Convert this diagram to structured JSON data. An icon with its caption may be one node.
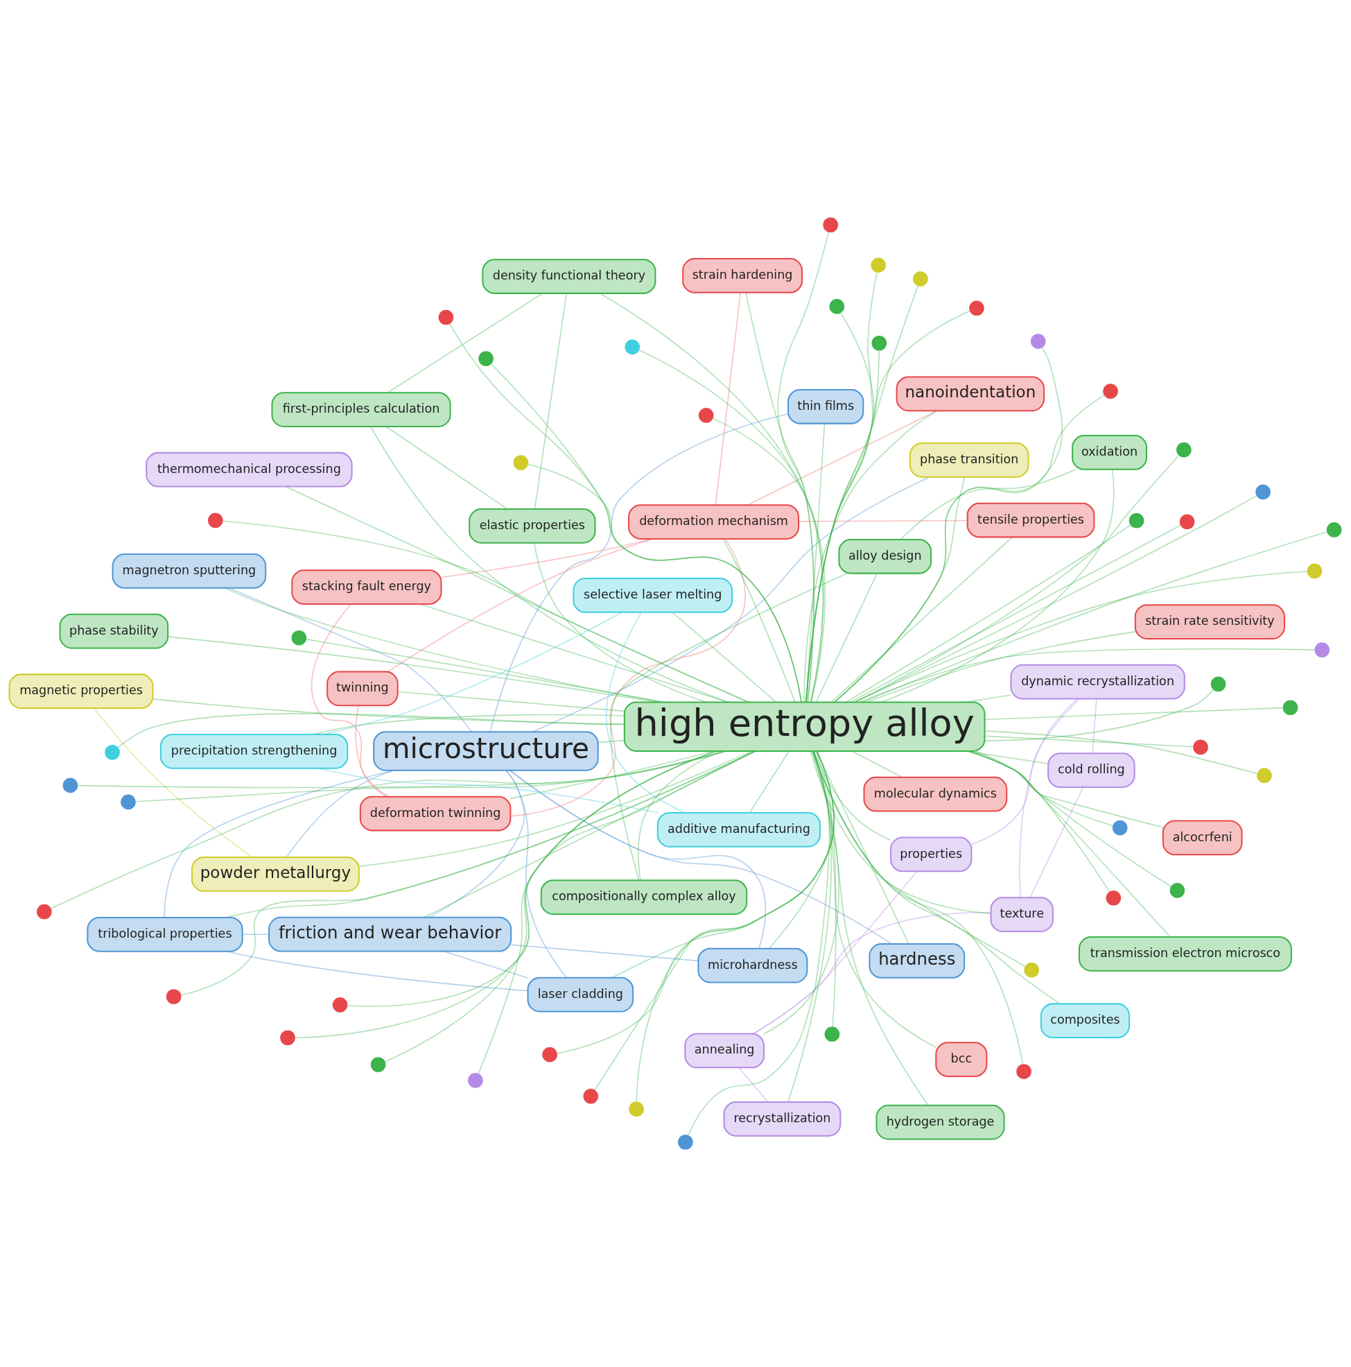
{
  "diagram": {
    "nodes": [
      {
        "text": [
          "tribological properties"
        ]
      },
      {
        "text": [
          "properties"
        ]
      },
      {
        "text": [
          "laser cladding"
        ]
      },
      {
        "text": [
          "dynamic recrystallization"
        ]
      },
      {
        "text": [
          "cold rolling"
        ]
      },
      {
        "text": [
          "friction and wear behavior"
        ]
      },
      {
        "text": [
          "annealing"
        ]
      },
      {
        "text": [
          "texture"
        ]
      },
      {
        "text": [
          "microhardness"
        ]
      },
      {
        "text": [
          "hardness"
        ]
      },
      {
        "text": [
          "recrystallization"
        ]
      },
      {
        "text": [
          "magnetic properties"
        ]
      },
      {
        "text": [
          "alcocrfeni"
        ]
      },
      {
        "text": [
          "strain rate sensitivity"
        ]
      },
      {
        "text": [
          "thin films"
        ]
      },
      {
        "text": [
          "bcc"
        ]
      },
      {
        "text": [
          "composites"
        ]
      },
      {
        "text": [
          "thermomechanical processing"
        ]
      },
      {
        "text": [
          "magnetron sputtering"
        ]
      },
      {
        "text": [
          "microstructure"
        ]
      },
      {
        "text": [
          "deformation mechanism"
        ]
      },
      {
        "text": [
          "powder metallurgy"
        ]
      },
      {
        "text": [
          "phase transition"
        ]
      },
      {
        "text": [
          "nanoindentation"
        ]
      },
      {
        "text": [
          "strain hardening"
        ]
      },
      {
        "text": [
          "hydrogen storage"
        ]
      },
      {
        "text": [
          "high entropy alloy"
        ]
      },
      {
        "text": [
          "twinning"
        ]
      },
      {
        "text": [
          "deformation twinning"
        ]
      },
      {
        "text": [
          "transmission electron microsco"
        ]
      },
      {
        "text": [
          "tensile properties"
        ]
      },
      {
        "text": [
          "molecular dynamics"
        ]
      },
      {
        "text": [
          "compositionally complex alloy"
        ]
      },
      {
        "text": [
          "stacking fault energy"
        ]
      },
      {
        "text": [
          "oxidation"
        ]
      },
      {
        "text": [
          "additive manufacturing"
        ]
      },
      {
        "text": [
          "selective laser melting"
        ]
      },
      {
        "text": [
          "alloy design"
        ]
      },
      {
        "text": [
          "phase stability"
        ]
      },
      {
        "text": [
          "precipitation strengthening"
        ]
      },
      {
        "text": [
          "density functional theory"
        ]
      },
      {
        "text": [
          "first-principles calculation"
        ]
      },
      {
        "text": [
          "elastic properties"
        ]
      },
      {
        "text": [],
        "shape": "circle"
      },
      {
        "text": [],
        "shape": "circle"
      },
      {
        "text": [],
        "shape": "circle"
      },
      {
        "text": [],
        "shape": "circle"
      },
      {
        "text": [],
        "shape": "circle"
      },
      {
        "text": [],
        "shape": "circle"
      },
      {
        "text": [],
        "shape": "circle"
      },
      {
        "text": [],
        "shape": "circle"
      },
      {
        "text": [],
        "shape": "circle"
      },
      {
        "text": [],
        "shape": "circle"
      },
      {
        "text": [],
        "shape": "circle"
      },
      {
        "text": [],
        "shape": "circle"
      },
      {
        "text": [],
        "shape": "circle"
      },
      {
        "text": [],
        "shape": "circle"
      },
      {
        "text": [],
        "shape": "circle"
      },
      {
        "text": [],
        "shape": "circle"
      },
      {
        "text": [],
        "shape": "circle"
      },
      {
        "text": [],
        "shape": "circle"
      },
      {
        "text": [],
        "shape": "circle"
      },
      {
        "text": [],
        "shape": "circle"
      },
      {
        "text": [],
        "shape": "circle"
      },
      {
        "text": [],
        "shape": "circle"
      },
      {
        "text": [],
        "shape": "circle"
      },
      {
        "text": [],
        "shape": "circle"
      },
      {
        "text": [],
        "shape": "circle"
      },
      {
        "text": [],
        "shape": "circle"
      },
      {
        "text": [],
        "shape": "circle"
      },
      {
        "text": [],
        "shape": "circle"
      },
      {
        "text": [],
        "shape": "circle"
      },
      {
        "text": [],
        "shape": "circle"
      },
      {
        "text": [],
        "shape": "circle"
      },
      {
        "text": [],
        "shape": "circle"
      },
      {
        "text": [],
        "shape": "circle"
      },
      {
        "text": [],
        "shape": "circle"
      },
      {
        "text": [],
        "shape": "circle"
      },
      {
        "text": [],
        "shape": "circle"
      },
      {
        "text": [],
        "shape": "circle"
      },
      {
        "text": [],
        "shape": "circle"
      },
      {
        "text": [],
        "shape": "circle"
      },
      {
        "text": [],
        "shape": "circle"
      },
      {
        "text": [],
        "shape": "circle"
      },
      {
        "text": [],
        "shape": "circle"
      },
      {
        "text": [],
        "shape": "circle"
      },
      {
        "text": [],
        "shape": "circle"
      },
      {
        "text": [],
        "shape": "circle"
      }
    ],
    "edges": [
      {
        "from": 26,
        "to": 0,
        "arrow": "none"
      },
      {
        "from": 26,
        "to": 1,
        "arrow": "none"
      },
      {
        "from": 26,
        "to": 2,
        "arrow": "none"
      },
      {
        "from": 26,
        "to": 3,
        "arrow": "none"
      },
      {
        "from": 26,
        "to": 4,
        "arrow": "none"
      },
      {
        "from": 26,
        "to": 5,
        "arrow": "none"
      },
      {
        "from": 26,
        "to": 6,
        "arrow": "none"
      },
      {
        "from": 26,
        "to": 7,
        "arrow": "none"
      },
      {
        "from": 26,
        "to": 8,
        "arrow": "none"
      },
      {
        "from": 26,
        "to": 9,
        "arrow": "none"
      },
      {
        "from": 26,
        "to": 10,
        "arrow": "none"
      },
      {
        "from": 26,
        "to": 11,
        "arrow": "none"
      },
      {
        "from": 26,
        "to": 12,
        "arrow": "none"
      },
      {
        "from": 26,
        "to": 13,
        "arrow": "none"
      },
      {
        "from": 26,
        "to": 14,
        "arrow": "none"
      },
      {
        "from": 26,
        "to": 15,
        "arrow": "none"
      },
      {
        "from": 26,
        "to": 16,
        "arrow": "none"
      },
      {
        "from": 26,
        "to": 17,
        "arrow": "none"
      },
      {
        "from": 26,
        "to": 18,
        "arrow": "none"
      },
      {
        "from": 26,
        "to": 19,
        "arrow": "none"
      },
      {
        "from": 26,
        "to": 20,
        "arrow": "none"
      },
      {
        "from": 26,
        "to": 21,
        "arrow": "none"
      },
      {
        "from": 26,
        "to": 22,
        "arrow": "none"
      },
      {
        "from": 26,
        "to": 23,
        "arrow": "none"
      },
      {
        "from": 26,
        "to": 24,
        "arrow": "none"
      },
      {
        "from": 26,
        "to": 25,
        "arrow": "none"
      },
      {
        "from": 26,
        "to": 27,
        "arrow": "none"
      },
      {
        "from": 26,
        "to": 28,
        "arrow": "none"
      },
      {
        "from": 26,
        "to": 29,
        "arrow": "none"
      },
      {
        "from": 26,
        "to": 30,
        "arrow": "none"
      },
      {
        "from": 26,
        "to": 31,
        "arrow": "none"
      },
      {
        "from": 26,
        "to": 32,
        "arrow": "none"
      },
      {
        "from": 26,
        "to": 33,
        "arrow": "none"
      },
      {
        "from": 26,
        "to": 34,
        "arrow": "none"
      },
      {
        "from": 26,
        "to": 35,
        "arrow": "none"
      },
      {
        "from": 26,
        "to": 36,
        "arrow": "none"
      },
      {
        "from": 26,
        "to": 37,
        "arrow": "none"
      },
      {
        "from": 26,
        "to": 38,
        "arrow": "none"
      },
      {
        "from": 26,
        "to": 39,
        "arrow": "none"
      },
      {
        "from": 26,
        "to": 40,
        "arrow": "none"
      },
      {
        "from": 26,
        "to": 41,
        "arrow": "none"
      },
      {
        "from": 26,
        "to": 42,
        "arrow": "none"
      },
      {
        "from": 26,
        "to": 43,
        "arrow": "none"
      },
      {
        "from": 26,
        "to": 44,
        "arrow": "none"
      },
      {
        "from": 26,
        "to": 45,
        "arrow": "none"
      },
      {
        "from": 26,
        "to": 46,
        "arrow": "none"
      },
      {
        "from": 26,
        "to": 47,
        "arrow": "none"
      },
      {
        "from": 26,
        "to": 48,
        "arrow": "none"
      },
      {
        "from": 26,
        "to": 49,
        "arrow": "none"
      },
      {
        "from": 26,
        "to": 50,
        "arrow": "none"
      },
      {
        "from": 26,
        "to": 51,
        "arrow": "none"
      },
      {
        "from": 26,
        "to": 52,
        "arrow": "none"
      },
      {
        "from": 26,
        "to": 53,
        "arrow": "none"
      },
      {
        "from": 26,
        "to": 54,
        "arrow": "none"
      },
      {
        "from": 26,
        "to": 55,
        "arrow": "none"
      },
      {
        "from": 26,
        "to": 56,
        "arrow": "none"
      },
      {
        "from": 26,
        "to": 57,
        "arrow": "none"
      },
      {
        "from": 26,
        "to": 58,
        "arrow": "none"
      },
      {
        "from": 26,
        "to": 59,
        "arrow": "none"
      },
      {
        "from": 26,
        "to": 60,
        "arrow": "none"
      },
      {
        "from": 26,
        "to": 61,
        "arrow": "none"
      },
      {
        "from": 26,
        "to": 62,
        "arrow": "none"
      },
      {
        "from": 26,
        "to": 63,
        "arrow": "none"
      },
      {
        "from": 26,
        "to": 64,
        "arrow": "none"
      },
      {
        "from": 26,
        "to": 65,
        "arrow": "none"
      },
      {
        "from": 26,
        "to": 66,
        "arrow": "none"
      },
      {
        "from": 26,
        "to": 67,
        "arrow": "none"
      },
      {
        "from": 26,
        "to": 68,
        "arrow": "none"
      },
      {
        "from": 26,
        "to": 69,
        "arrow": "none"
      },
      {
        "from": 26,
        "to": 70,
        "arrow": "none"
      },
      {
        "from": 26,
        "to": 71,
        "arrow": "none"
      },
      {
        "from": 26,
        "to": 72,
        "arrow": "none"
      },
      {
        "from": 26,
        "to": 73,
        "arrow": "none"
      },
      {
        "from": 26,
        "to": 74,
        "arrow": "none"
      },
      {
        "from": 26,
        "to": 75,
        "arrow": "none"
      },
      {
        "from": 26,
        "to": 76,
        "arrow": "none"
      },
      {
        "from": 26,
        "to": 77,
        "arrow": "none"
      },
      {
        "from": 26,
        "to": 78,
        "arrow": "none"
      },
      {
        "from": 26,
        "to": 79,
        "arrow": "none"
      },
      {
        "from": 26,
        "to": 80,
        "arrow": "none"
      },
      {
        "from": 26,
        "to": 81,
        "arrow": "none"
      },
      {
        "from": 26,
        "to": 82,
        "arrow": "none"
      },
      {
        "from": 26,
        "to": 83,
        "arrow": "none"
      },
      {
        "from": 26,
        "to": 84,
        "arrow": "none"
      },
      {
        "from": 26,
        "to": 85,
        "arrow": "none"
      },
      {
        "from": 26,
        "to": 86,
        "arrow": "none"
      },
      {
        "from": 26,
        "to": 87,
        "arrow": "none"
      },
      {
        "from": 19,
        "to": 0,
        "arrow": "none",
        "color": "#74a9dc"
      },
      {
        "from": 19,
        "to": 2,
        "arrow": "none",
        "color": "#74a9dc"
      },
      {
        "from": 19,
        "to": 5,
        "arrow": "none",
        "color": "#74a9dc"
      },
      {
        "from": 19,
        "to": 8,
        "arrow": "none",
        "color": "#74a9dc"
      },
      {
        "from": 19,
        "to": 9,
        "arrow": "none",
        "color": "#74a9dc"
      },
      {
        "from": 19,
        "to": 14,
        "arrow": "none",
        "color": "#74a9dc"
      },
      {
        "from": 19,
        "to": 18,
        "arrow": "none",
        "color": "#74a9dc"
      },
      {
        "from": 19,
        "to": 21,
        "arrow": "none",
        "color": "#74a9dc"
      },
      {
        "from": 19,
        "to": 22,
        "arrow": "none",
        "color": "#74a9dc"
      },
      {
        "from": 0,
        "to": 2,
        "arrow": "none",
        "color": "#74a9dc"
      },
      {
        "from": 0,
        "to": 5,
        "arrow": "none",
        "color": "#74a9dc"
      },
      {
        "from": 2,
        "to": 5,
        "arrow": "none",
        "color": "#74a9dc"
      },
      {
        "from": 5,
        "to": 8,
        "arrow": "none",
        "color": "#74a9dc"
      },
      {
        "from": 1,
        "to": 3,
        "arrow": "none",
        "color": "#c3a5ec"
      },
      {
        "from": 1,
        "to": 6,
        "arrow": "none",
        "color": "#c3a5ec"
      },
      {
        "from": 3,
        "to": 4,
        "arrow": "none",
        "color": "#c3a5ec"
      },
      {
        "from": 3,
        "to": 7,
        "arrow": "none",
        "color": "#c3a5ec"
      },
      {
        "from": 6,
        "to": 7,
        "arrow": "none",
        "color": "#c3a5ec"
      },
      {
        "from": 6,
        "to": 10,
        "arrow": "none",
        "color": "#c3a5ec"
      },
      {
        "from": 4,
        "to": 7,
        "arrow": "none",
        "color": "#c3a5ec"
      },
      {
        "from": 20,
        "to": 23,
        "arrow": "none",
        "color": "#f28b8b"
      },
      {
        "from": 20,
        "to": 24,
        "arrow": "none",
        "color": "#f28b8b"
      },
      {
        "from": 20,
        "to": 27,
        "arrow": "none",
        "color": "#f28b8b"
      },
      {
        "from": 20,
        "to": 28,
        "arrow": "none",
        "color": "#f28b8b"
      },
      {
        "from": 20,
        "to": 33,
        "arrow": "none",
        "color": "#f28b8b"
      },
      {
        "from": 20,
        "to": 30,
        "arrow": "none",
        "color": "#f28b8b"
      },
      {
        "from": 27,
        "to": 28,
        "arrow": "none",
        "color": "#f28b8b"
      },
      {
        "from": 33,
        "to": 28,
        "arrow": "none",
        "color": "#f28b8b"
      },
      {
        "from": 35,
        "to": 36,
        "arrow": "none",
        "color": "#6fd6e6"
      },
      {
        "from": 35,
        "to": 39,
        "arrow": "none",
        "color": "#6fd6e6"
      },
      {
        "from": 36,
        "to": 39,
        "arrow": "none",
        "color": "#6fd6e6"
      },
      {
        "from": 40,
        "to": 41,
        "arrow": "none"
      },
      {
        "from": 40,
        "to": 42,
        "arrow": "none"
      },
      {
        "from": 41,
        "to": 42,
        "arrow": "none"
      },
      {
        "from": 37,
        "to": 32,
        "arrow": "none"
      },
      {
        "from": 37,
        "to": 34,
        "arrow": "none"
      },
      {
        "from": 11,
        "to": 21,
        "arrow": "none",
        "color": "#d9d65a"
      }
    ]
  }
}
